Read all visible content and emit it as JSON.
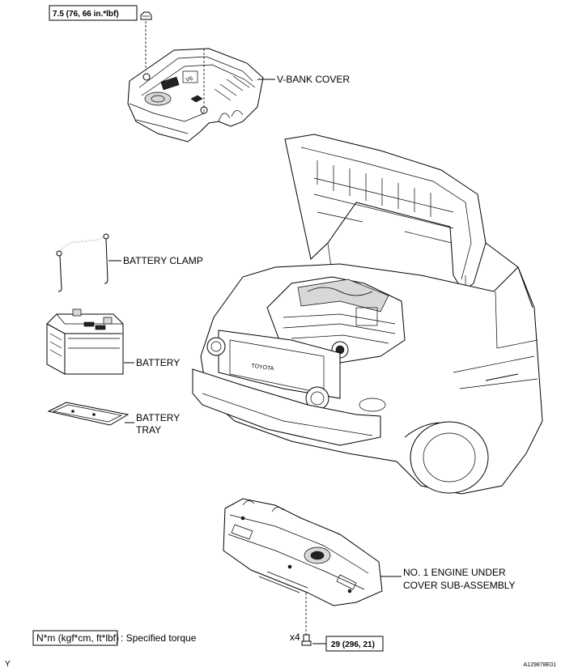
{
  "torque_top": "7.5 (76, 66 in.*lbf)",
  "torque_bottom": "29 (296, 21)",
  "quantity_bottom": "x4",
  "labels": {
    "v_bank_cover": "V-BANK COVER",
    "battery_clamp": "BATTERY CLAMP",
    "battery": "BATTERY",
    "battery_tray_1": "BATTERY",
    "battery_tray_2": "TRAY",
    "under_cover_1": "NO. 1 ENGINE UNDER",
    "under_cover_2": "COVER SUB-ASSEMBLY"
  },
  "legend": {
    "box_text": "N*m (kgf*cm, ft*lbf)",
    "description": ": Specified torque"
  },
  "corner_left": "Y",
  "figure_code": "A129878E01"
}
